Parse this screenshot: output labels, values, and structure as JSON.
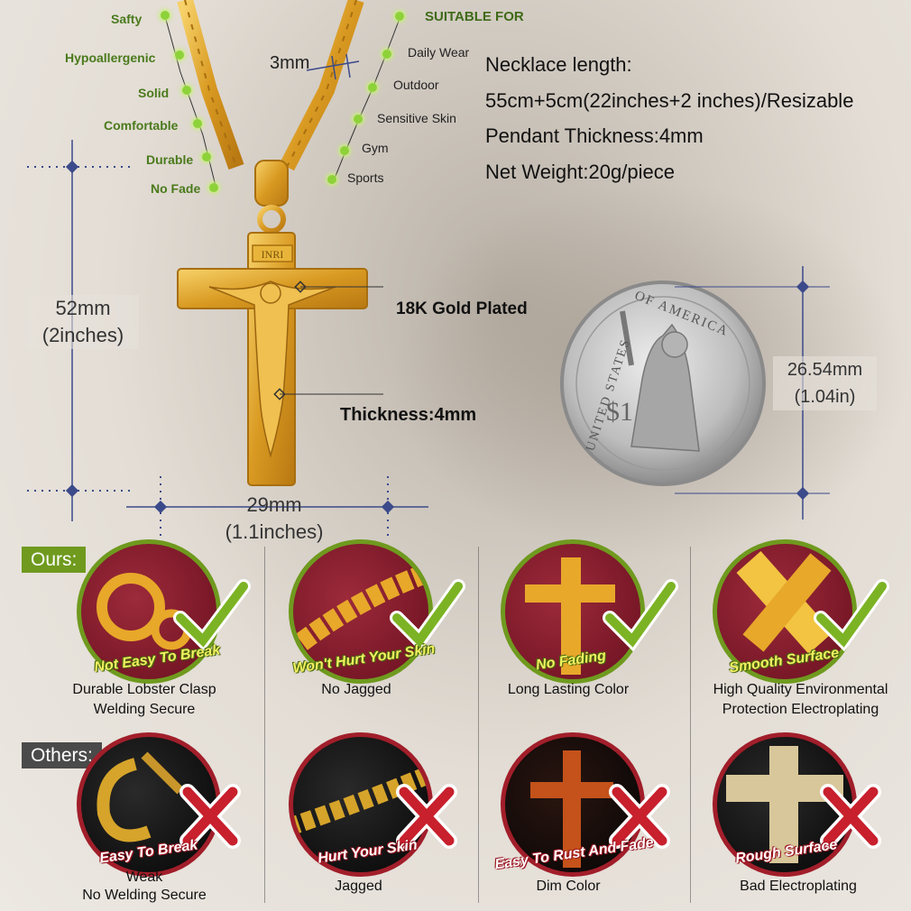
{
  "features": [
    {
      "label": "Safty"
    },
    {
      "label": "Hypoallergenic"
    },
    {
      "label": "Solid"
    },
    {
      "label": "Comfortable"
    },
    {
      "label": "Durable"
    },
    {
      "label": "No Fade"
    }
  ],
  "suitable": {
    "heading": "SUITABLE FOR",
    "items": [
      "Daily Wear",
      "Outdoor",
      "Sensitive Skin",
      "Gym",
      "Sports"
    ]
  },
  "chain_width": "3mm",
  "specs": [
    "Necklace length:",
    "55cm+5cm(22inches+2 inches)/Resizable",
    "Pendant Thickness:4mm",
    "Net Weight:20g/piece"
  ],
  "pendant": {
    "height": "52mm",
    "height_in": "(2inches)",
    "width": "29mm",
    "width_in": "(1.1inches)",
    "plating": "18K Gold Plated",
    "thickness": "Thickness:4mm",
    "inscription": "INRI"
  },
  "coin": {
    "size": "26.54mm",
    "size_in": "(1.04in)",
    "text_top": "OF AMERICA",
    "text_left": "UNITED STATES",
    "value": "$1"
  },
  "ours": {
    "label": "Ours:",
    "items": [
      {
        "tag": "Not Easy To Break",
        "caption": "Durable Lobster Clasp Welding Secure",
        "caption_lines": [
          "Durable Lobster Clasp",
          "Welding Secure"
        ]
      },
      {
        "tag": "Won't Hurt Your Skin",
        "caption": "No Jagged",
        "caption_lines": [
          "No Jagged"
        ]
      },
      {
        "tag": "No Fading",
        "caption": "Long Lasting Color",
        "caption_lines": [
          "Long Lasting Color"
        ]
      },
      {
        "tag": "Smooth Surface",
        "caption": "High Quality Environmental Protection Electroplating",
        "caption_lines": [
          "High Quality Environmental",
          "Protection Electroplating"
        ]
      }
    ]
  },
  "others": {
    "label": "Others:",
    "items": [
      {
        "tag": "Easy To Break",
        "caption_lines": [
          "Weak",
          "No Welding Secure"
        ]
      },
      {
        "tag": "Hurt Your Skin",
        "caption_lines": [
          "Jagged"
        ]
      },
      {
        "tag": "Easy To Rust And Fade",
        "caption_lines": [
          "Dim Color"
        ]
      },
      {
        "tag": "Rough Surface",
        "caption_lines": [
          "Bad Electroplating"
        ]
      }
    ]
  },
  "colors": {
    "gold": "#e0a52b",
    "ours_green": "#6f9a1e",
    "others_red": "#a11e2a",
    "dim_blue": "#3b4a8a",
    "feature_green": "#4a7a1c"
  }
}
